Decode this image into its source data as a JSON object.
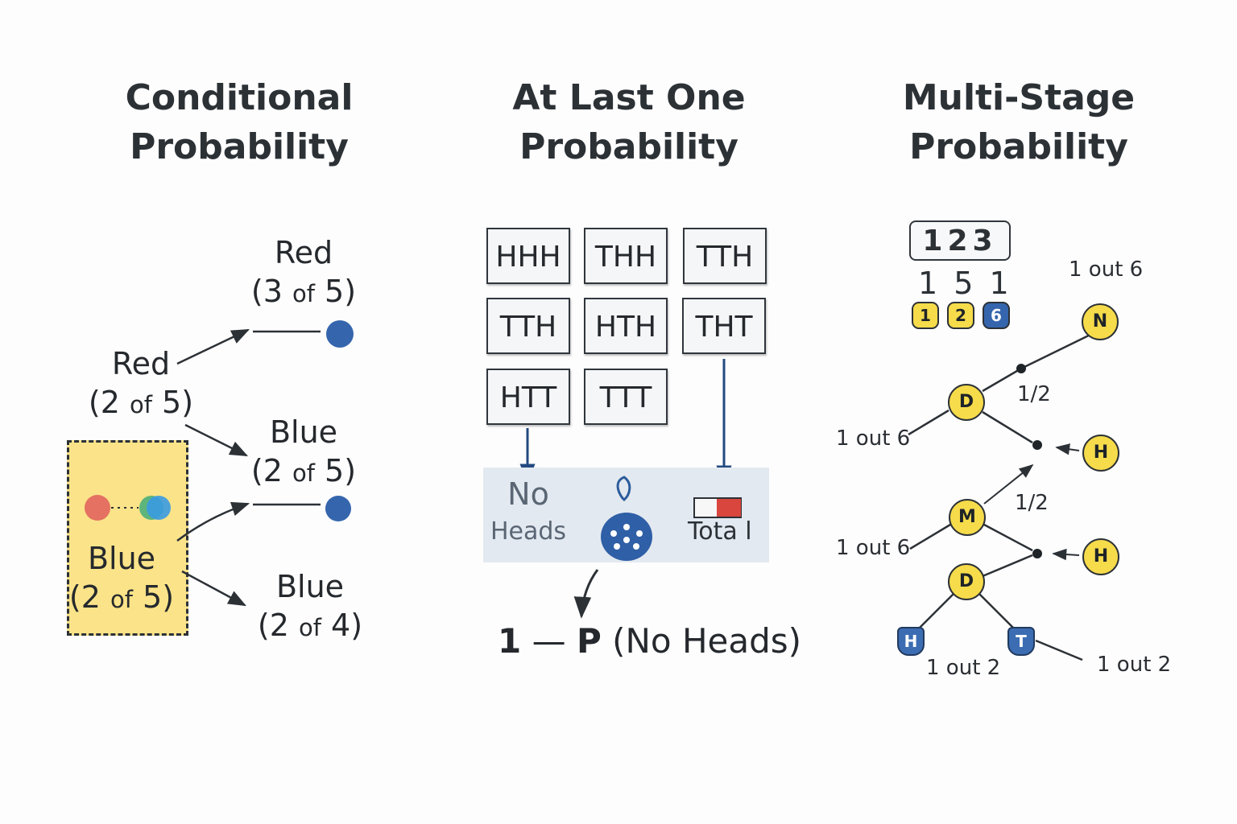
{
  "colors": {
    "background": "#fdfdfd",
    "text": "#2c3136",
    "blue": "#3566ad",
    "red": "#d9463e",
    "yellow_highlight": "#fbe389",
    "node_yellow": "#f6db4b",
    "panel": "#e3e9f0"
  },
  "conditional": {
    "title": [
      "Conditional",
      "Probability"
    ],
    "root_label": [
      "Red",
      "(2 of 5)"
    ],
    "highlight_label": [
      "Blue",
      "(2 of 5)"
    ],
    "branch_1": [
      "Red",
      "(3 of 5)"
    ],
    "branch_2": [
      "Blue",
      "(2 of 5)"
    ],
    "branch_3": [
      "Blue",
      "(2 of 4)"
    ],
    "of_word": "of"
  },
  "at_least_one": {
    "title": [
      "At Last One",
      "Probability"
    ],
    "outcomes": [
      "HHH",
      "THH",
      "TTH",
      "TTH",
      "HTH",
      "THT",
      "HTT",
      "TTT"
    ],
    "panel_labels": {
      "no_heads": [
        "No",
        "Heads"
      ],
      "total": "Tota l"
    },
    "formula": {
      "one": "1",
      "minus": "—",
      "p": "P",
      "rest": "(No Heads)"
    }
  },
  "multi_stage": {
    "title": [
      "Multi-Stage",
      "Probability"
    ],
    "digits": "123",
    "digits_below": "1 5 1",
    "dice": [
      {
        "label": "1",
        "color": "#f6db4b",
        "text_color": "#1f2428"
      },
      {
        "label": "2",
        "color": "#f6db4b",
        "text_color": "#1f2428"
      },
      {
        "label": "6",
        "color": "#3566ad",
        "text_color": "#ffffff"
      }
    ],
    "nodes": [
      "N",
      "D",
      "H",
      "M",
      "H",
      "D"
    ],
    "leaves": [
      "H",
      "T"
    ],
    "labels": {
      "top": "1 out 6",
      "half_1": "1/2",
      "left_1": "1 out 6",
      "half_2": "1/2",
      "left_2": "1 out 6",
      "bottom_left": "1 out 2",
      "bottom_right": "1 out 2"
    }
  }
}
